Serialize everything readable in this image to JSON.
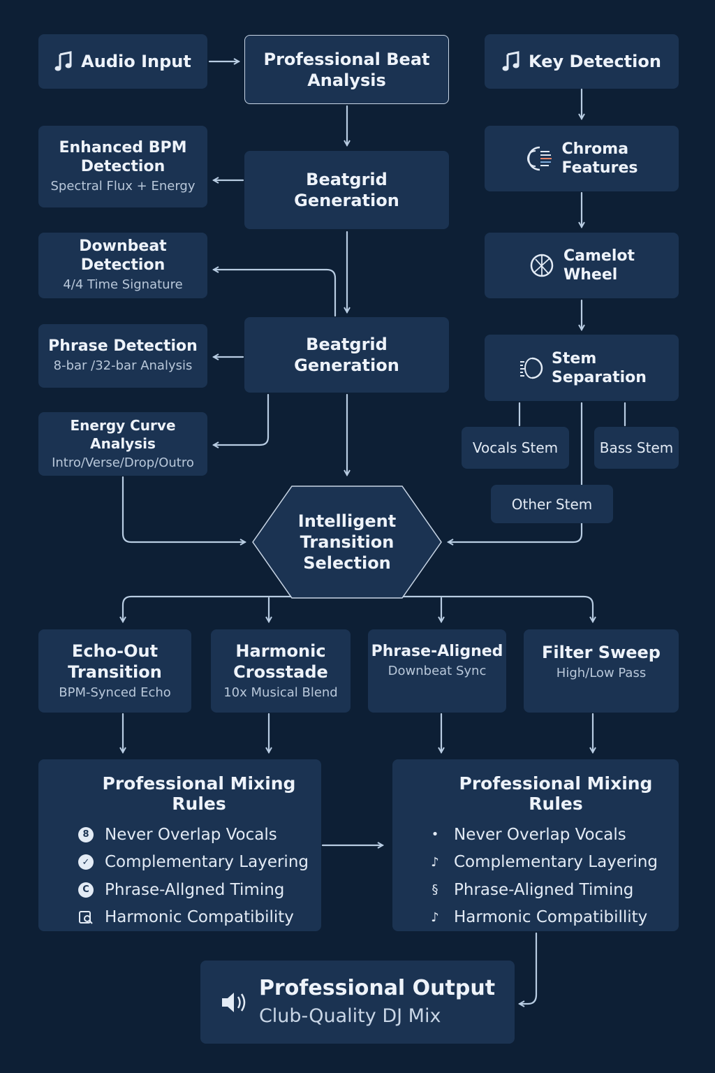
{
  "nodes": {
    "audio_input": {
      "title": "Audio Input"
    },
    "beat_analysis": {
      "title": "Professional Beat\nAnalysis"
    },
    "key_detection": {
      "title": "Key Detection"
    },
    "bpm_detection": {
      "title": "Enhanced BPM\nDetection",
      "sub": "Spectral Flux + Energy"
    },
    "beatgrid_1": {
      "title": "Beatgrid\nGeneration"
    },
    "chroma": {
      "title": "Chroma\nFeatures"
    },
    "downbeat": {
      "title": "Downbeat Detection",
      "sub": "4/4 Time Signature"
    },
    "camelot": {
      "title": "Camelot\nWheel"
    },
    "phrase": {
      "title": "Phrase Detection",
      "sub": "8-bar /32-bar Analysis"
    },
    "beatgrid_2": {
      "title": "Beatgrid\nGeneration"
    },
    "stem_sep": {
      "title": "Stem\nSeparation"
    },
    "energy": {
      "title": "Energy Curve Analysis",
      "sub": "Intro/Verse/Drop/Outro"
    },
    "vocals_stem": {
      "title": "Vocals Stem"
    },
    "bass_stem": {
      "title": "Bass Stem"
    },
    "other_stem": {
      "title": "Other Stem"
    },
    "transition_select": {
      "title": "Intelligent\nTransition\nSelection"
    },
    "echo_out": {
      "title": "Echo-Out\nTransition",
      "sub": "BPM-Synced Echo"
    },
    "harmonic": {
      "title": "Harmonic\nCrosstade",
      "sub": "10x Musical Blend"
    },
    "phrase_aligned": {
      "title": "Phrase-Aligned",
      "sub": "Downbeat Sync"
    },
    "filter_sweep": {
      "title": "Filter Sweep",
      "sub": "High/Low Pass"
    },
    "output": {
      "title": "Professional Output",
      "sub": "Club-Quality DJ Mix"
    }
  },
  "rules_left": {
    "title": "Professional Mixing Rules",
    "items": [
      {
        "icon": "8",
        "text": "Never Overlap Vocals"
      },
      {
        "icon": "check-circle-icon",
        "text": "Complementary Layering"
      },
      {
        "icon": "C",
        "text": "Phrase-Allgned Timing"
      },
      {
        "icon": "square-search-icon",
        "text": "Harmonic Compatibility"
      }
    ]
  },
  "rules_right": {
    "title": "Professional Mixing Rules",
    "items": [
      {
        "icon": "•",
        "text": "Never Overlap Vocals"
      },
      {
        "icon": "♪",
        "text": "Complementary Layering"
      },
      {
        "icon": "§",
        "text": "Phrase-Aligned Timing"
      },
      {
        "icon": "♪",
        "text": "Harmonic Compatibillity"
      }
    ]
  },
  "colors": {
    "background": "#0d1f35",
    "box": "#1b3352",
    "line": "#b9cde3"
  }
}
